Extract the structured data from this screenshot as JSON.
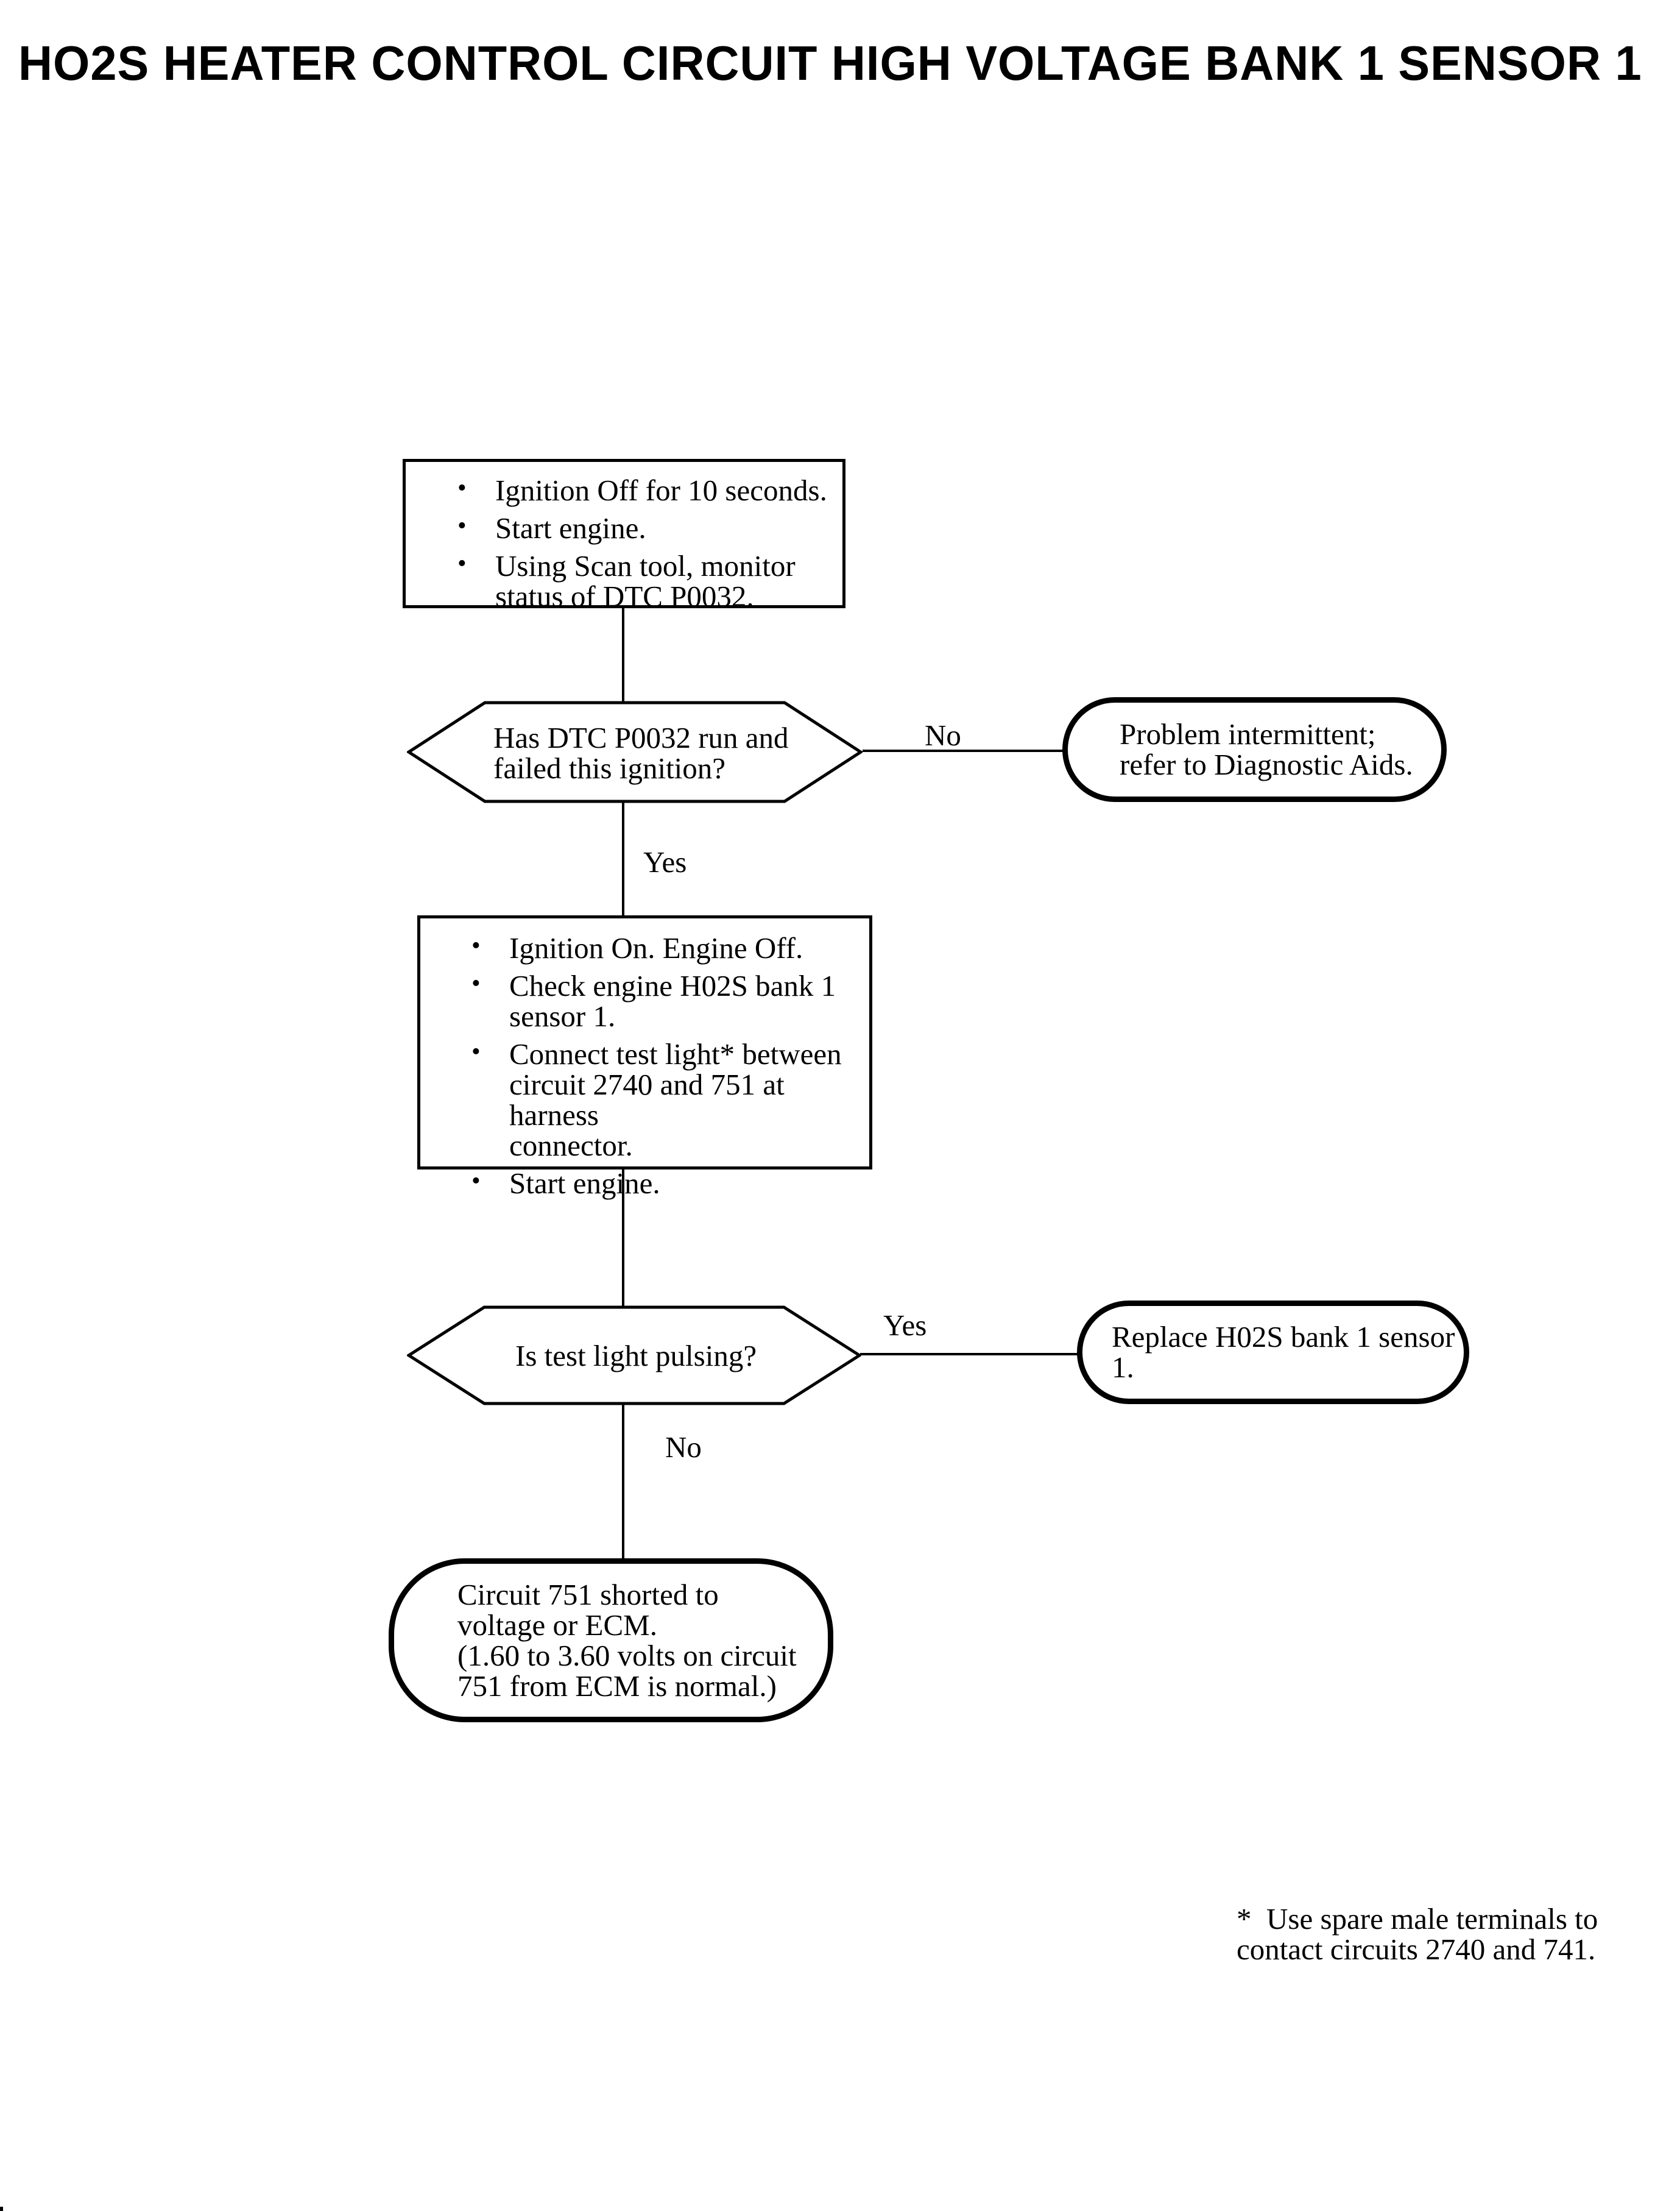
{
  "page": {
    "title": "HO2S HEATER CONTROL CIRCUIT HIGH VOLTAGE BANK 1 SENSOR 1"
  },
  "colors": {
    "ink": "#000000",
    "paper": "#ffffff"
  },
  "flow": {
    "bullet_char": "•",
    "box1": {
      "bullets": [
        "Ignition Off for 10 seconds.",
        "Start engine.",
        "Using Scan tool, monitor\nstatus of DTC P0032."
      ]
    },
    "decision1": {
      "text": "Has DTC P0032 run and\nfailed this ignition?"
    },
    "edge1_no": "No",
    "edge1_yes": "Yes",
    "terminal1": "Problem intermittent;\nrefer to Diagnostic Aids.",
    "box2": {
      "bullets": [
        "Ignition On. Engine Off.",
        "Check engine H02S bank 1\nsensor 1.",
        "Connect test light* between\ncircuit 2740 and 751 at harness\nconnector.",
        "Start engine."
      ]
    },
    "decision2": {
      "text": "Is test light pulsing?"
    },
    "edge2_yes": "Yes",
    "edge2_no": "No",
    "terminal2": "Replace H02S bank 1 sensor 1.",
    "terminal3": "Circuit 751 shorted to\nvoltage or ECM.\n(1.60 to 3.60 volts on circuit\n751 from ECM is normal.)",
    "footnote": "*  Use spare male terminals to\ncontact circuits 2740 and 741."
  }
}
